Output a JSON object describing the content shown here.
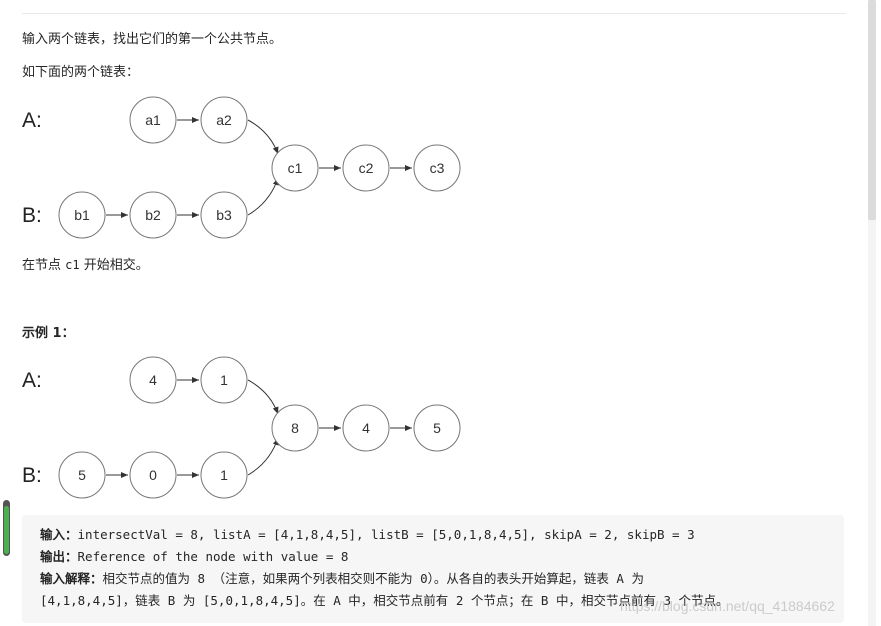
{
  "intro": {
    "line1": "输入两个链表，找出它们的第一个公共节点。",
    "line2": "如下面的两个链表：",
    "line3_prefix": "在节点 ",
    "line3_code": "c1",
    "line3_suffix": " 开始相交。"
  },
  "diagram_main": {
    "label_a": "A:",
    "label_b": "B:",
    "a_nodes": [
      "a1",
      "a2"
    ],
    "b_nodes": [
      "b1",
      "b2",
      "b3"
    ],
    "common_nodes": [
      "c1",
      "c2",
      "c3"
    ]
  },
  "example1": {
    "title": "示例 1：",
    "label_a": "A:",
    "label_b": "B:",
    "a_nodes": [
      "4",
      "1"
    ],
    "b_nodes": [
      "5",
      "0",
      "1"
    ],
    "common_nodes": [
      "8",
      "4",
      "5"
    ],
    "input_label": "输入：",
    "input_text": "intersectVal = 8, listA = [4,1,8,4,5], listB = [5,0,1,8,4,5], skipA = 2, skipB = 3",
    "output_label": "输出：",
    "output_text": "Reference of the node with value = 8",
    "explain_label": "输入解释：",
    "explain_line1": "相交节点的值为 8 （注意，如果两个列表相交则不能为 0）。从各自的表头开始算起，链表 A 为",
    "explain_line2": "[4,1,8,4,5]，链表 B 为 [5,0,1,8,4,5]。在 A 中，相交节点前有 2 个节点；在 B 中，相交节点前有 3 个节点。"
  },
  "watermark": "https://blog.csdn.net/qq_41884662",
  "colors": {
    "code_bg": "#f6f6f6",
    "node_stroke": "#777777",
    "scroll_accent": "#4caf50"
  }
}
